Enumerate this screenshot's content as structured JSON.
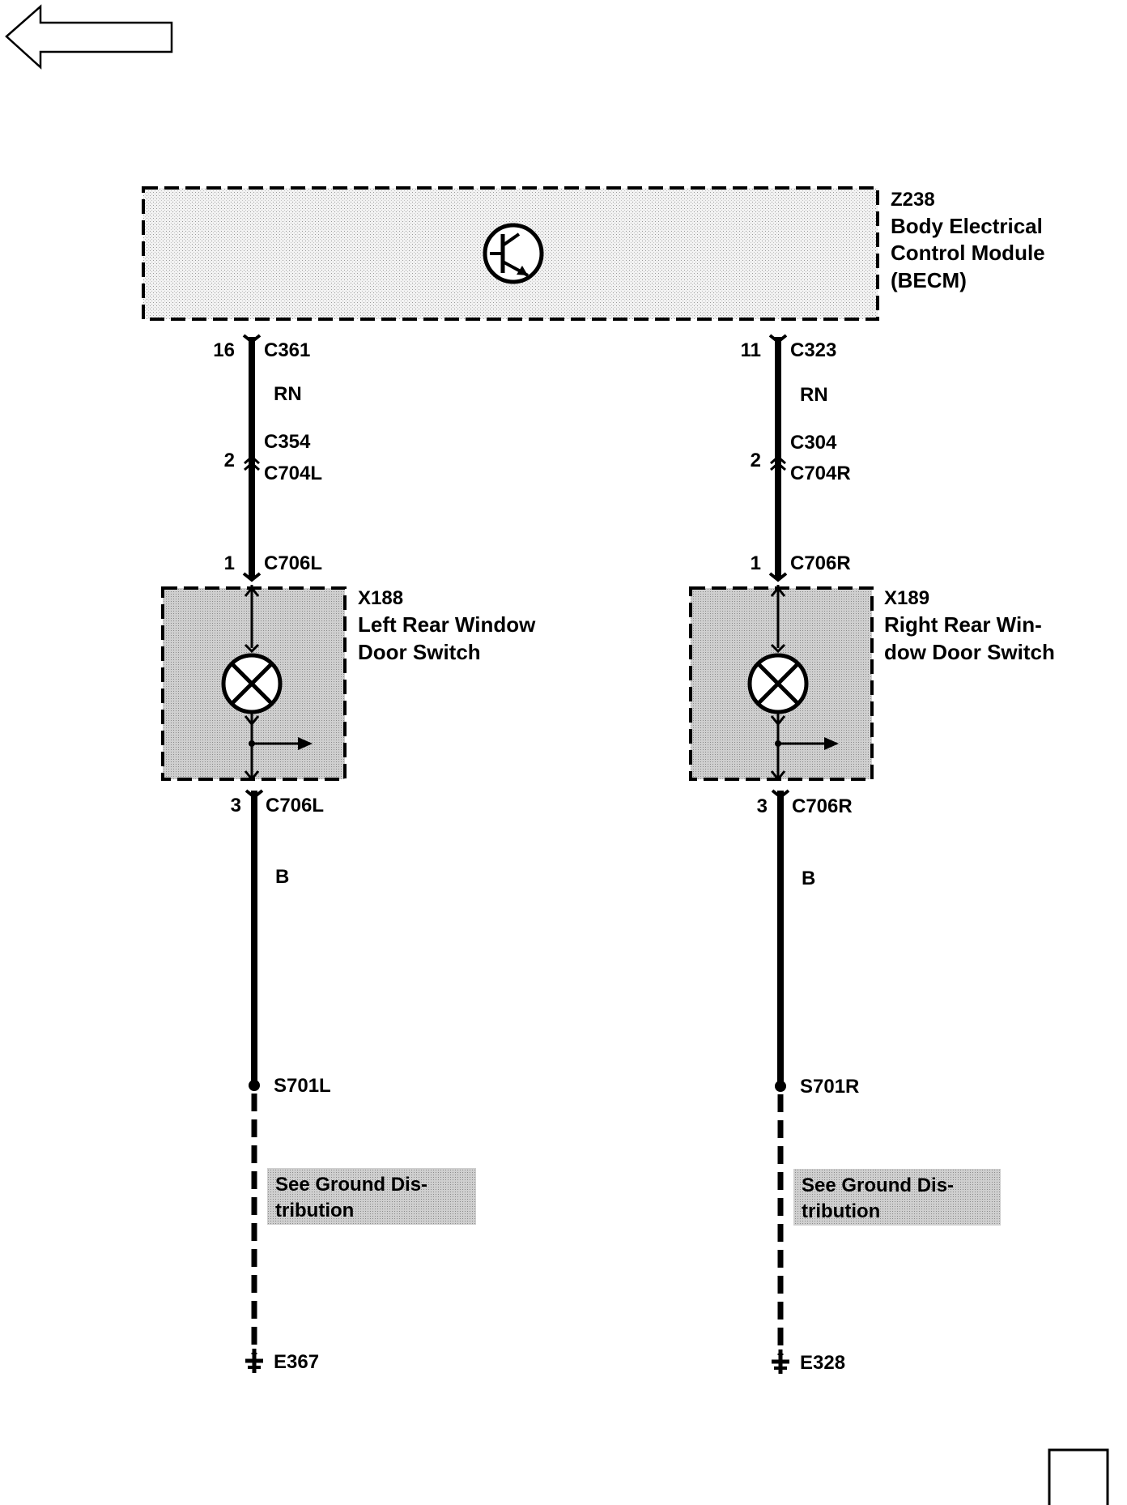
{
  "module": {
    "id": "Z238",
    "name_line1": "Body Electrical",
    "name_line2": "Control Module",
    "name_line3": "(BECM)"
  },
  "left": {
    "top_pin": "16",
    "top_connector": "C361",
    "wire_color_top": "RN",
    "inline_pin": "2",
    "inline_connector_a": "C354",
    "inline_connector_b": "C704L",
    "switch_in_pin": "1",
    "switch_in_connector": "C706L",
    "switch_id": "X188",
    "switch_name_line1": "Left Rear Window",
    "switch_name_line2": "Door Switch",
    "switch_out_pin": "3",
    "switch_out_connector": "C706L",
    "wire_color_bottom": "B",
    "splice": "S701L",
    "ground_ref_line1": "See Ground Dis-",
    "ground_ref_line2": "tribution",
    "ground": "E367"
  },
  "right": {
    "top_pin": "11",
    "top_connector": "C323",
    "wire_color_top": "RN",
    "inline_pin": "2",
    "inline_connector_a": "C304",
    "inline_connector_b": "C704R",
    "switch_in_pin": "1",
    "switch_in_connector": "C706R",
    "switch_id": "X189",
    "switch_name_line1": "Right Rear Win-",
    "switch_name_line2": "dow Door Switch",
    "switch_out_pin": "3",
    "switch_out_connector": "C706R",
    "wire_color_bottom": "B",
    "splice": "S701R",
    "ground_ref_line1": "See Ground Dis-",
    "ground_ref_line2": "tribution",
    "ground": "E328"
  },
  "nav": {
    "back_icon": "left-arrow-icon",
    "next_icon": "square-icon"
  }
}
